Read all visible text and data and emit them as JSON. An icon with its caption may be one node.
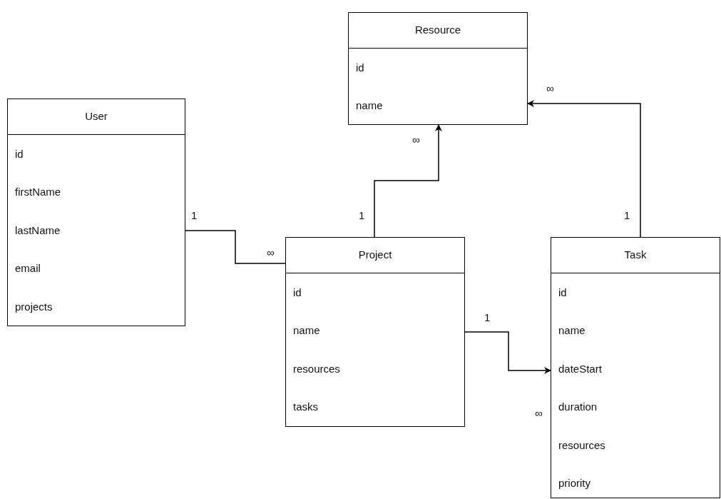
{
  "diagram": {
    "nodes": [
      {
        "text": [
          "Resource",
          "id",
          "name"
        ]
      },
      {
        "text": [
          "User",
          "id",
          "firstName",
          "lastName",
          "email",
          "projects"
        ]
      },
      {
        "text": [
          "Project",
          "id",
          "name",
          "resources",
          "tasks"
        ]
      },
      {
        "text": [
          "Task",
          "id",
          "name",
          "dateStart",
          "duration",
          "resources",
          "priority"
        ]
      }
    ],
    "edges": [
      {
        "from": 1,
        "to": 2,
        "arrow": "none"
      },
      {
        "from": 2,
        "to": 0,
        "arrow": "to"
      },
      {
        "from": 3,
        "to": 0,
        "arrow": "to"
      },
      {
        "from": 2,
        "to": 3,
        "arrow": "to"
      }
    ],
    "labels": [
      "∞",
      "∞",
      "1",
      "1",
      "1",
      "∞",
      "1",
      "∞"
    ]
  }
}
